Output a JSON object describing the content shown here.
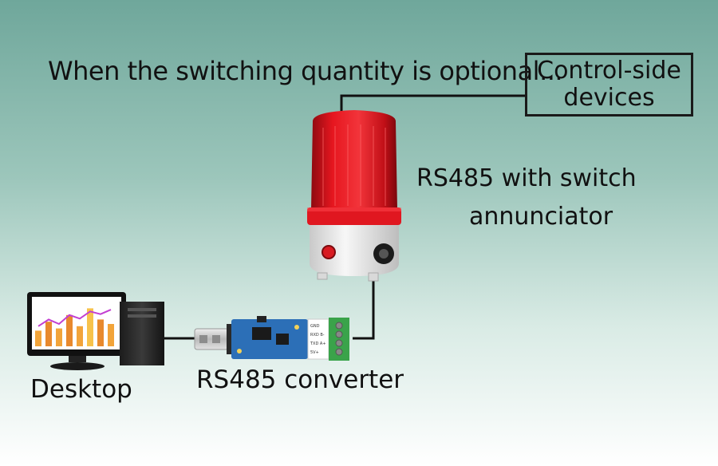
{
  "headline": "When the switching quantity is optional...",
  "control_box": {
    "line1": "Control-side",
    "line2": "devices"
  },
  "light_label": {
    "line1": "RS485 with switch",
    "line2": "annunciator"
  },
  "desktop_label": "Desktop",
  "converter_label": "RS485 converter",
  "converter_pins": [
    "GND",
    "RXD B-",
    "TXD A+",
    "5V+"
  ],
  "monitor_chart": {
    "bars": [
      0.35,
      0.55,
      0.4,
      0.7,
      0.45,
      0.85,
      0.6,
      0.5
    ],
    "bar_colors": [
      "#f2a43a",
      "#e8892d",
      "#f2a43a",
      "#e8892d",
      "#f2a43a",
      "#f7c24b",
      "#e8892d",
      "#f2a43a"
    ],
    "line": [
      0.45,
      0.6,
      0.5,
      0.7,
      0.62,
      0.78,
      0.72,
      0.82
    ],
    "line_color": "#c23fd1"
  },
  "colors": {
    "wire": "#111111",
    "lamp_red": "#d8121b",
    "pcb_blue": "#2c6fb7",
    "terminal_green": "#3aa34a"
  }
}
